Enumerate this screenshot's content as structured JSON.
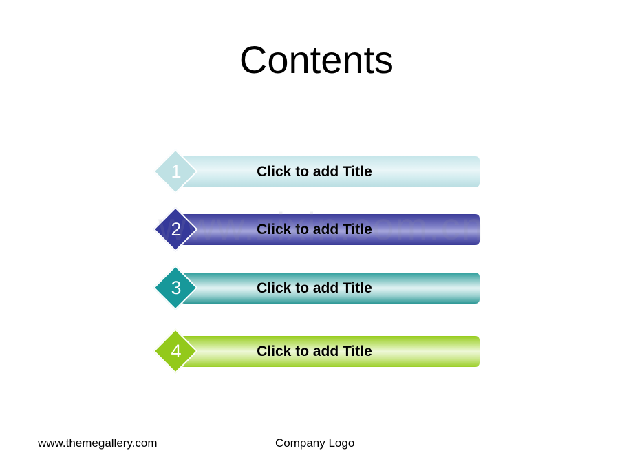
{
  "title": "Contents",
  "items": [
    {
      "number": "1",
      "label": "Click to add Title"
    },
    {
      "number": "2",
      "label": "Click to add Title"
    },
    {
      "number": "3",
      "label": "Click to add Title"
    },
    {
      "number": "4",
      "label": "Click to add Title"
    }
  ],
  "watermark": "www.zixin.com.cn",
  "footer": {
    "website": "www.themegallery.com",
    "logo_text": "Company Logo"
  },
  "colors": {
    "item1": "#bfe1e4",
    "item2": "#35399a",
    "item3": "#17989a",
    "item4": "#93c91a"
  }
}
